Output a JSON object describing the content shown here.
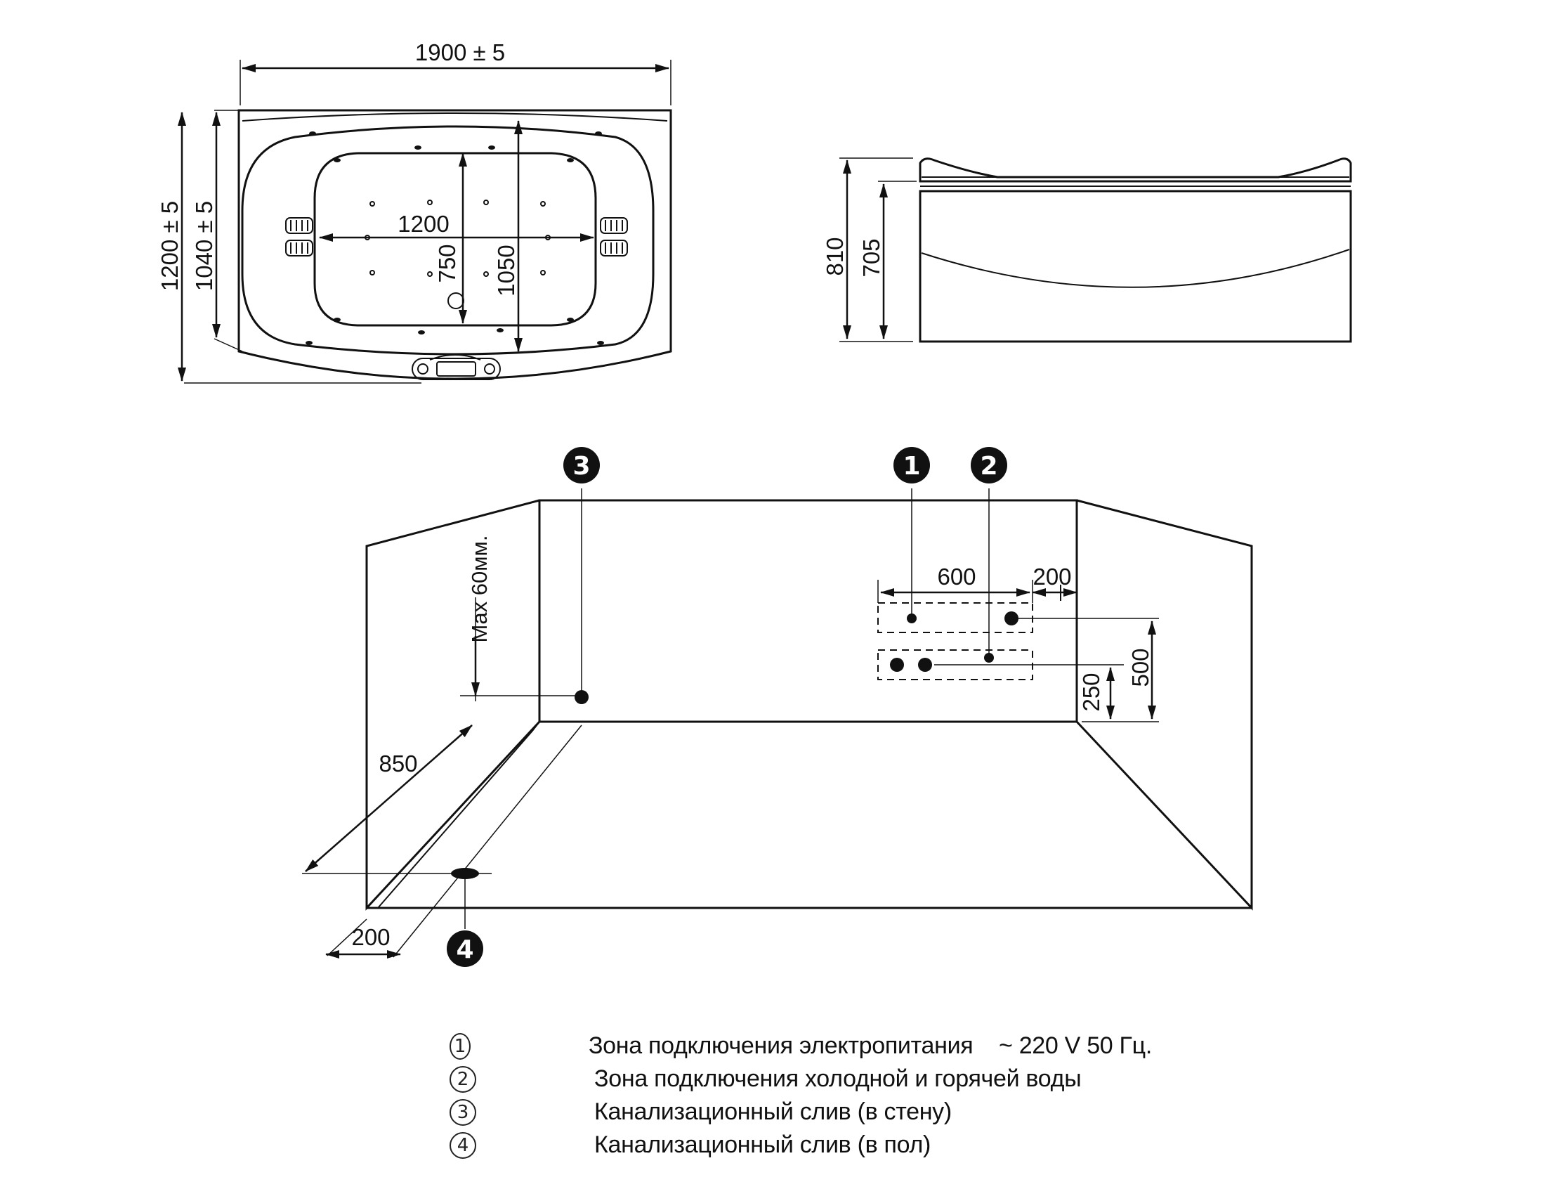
{
  "top_view": {
    "dims": {
      "total_length": "1900 ± 5",
      "total_width": "1200 ± 5",
      "inner_width": "1040 ± 5",
      "bowl_length": "1200",
      "bowl_width": "750",
      "depth_span": "1050"
    }
  },
  "side_view": {
    "dims": {
      "total_height": "810",
      "body_height": "705"
    }
  },
  "layout_view": {
    "dims": {
      "max_drop": "Max 60мм.",
      "floor_drain_distance": "850",
      "floor_drain_offset": "200",
      "zone_width": "600",
      "zone_side_offset": "200",
      "power_height": "500",
      "water_height": "250"
    },
    "badges": [
      {
        "id": "1",
        "label": "1"
      },
      {
        "id": "2",
        "label": "2"
      },
      {
        "id": "3",
        "label": "3"
      },
      {
        "id": "4",
        "label": "4"
      }
    ]
  },
  "legend": [
    {
      "num": "1",
      "text": "Зона подключения электропитания    ~ 220 V 50 Гц."
    },
    {
      "num": "2",
      "text": "Зона подключения холодной и горячей воды"
    },
    {
      "num": "3",
      "text": "Канализационный слив (в стену)"
    },
    {
      "num": "4",
      "text": "Канализационный слив (в пол)"
    }
  ]
}
